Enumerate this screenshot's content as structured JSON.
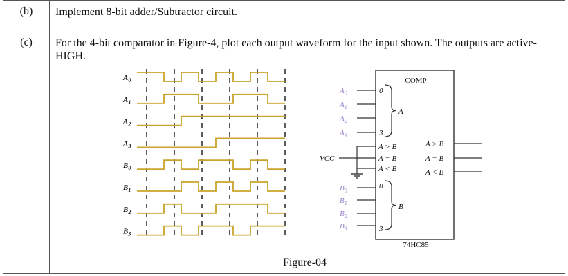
{
  "rows": [
    {
      "label": "(b)",
      "text": "Implement 8-bit adder/Subtractor circuit."
    },
    {
      "label": "(c)",
      "text": "For the 4-bit comparator in Figure-4, plot each output waveform for the input shown. The outputs are active-HIGH."
    }
  ],
  "figure": {
    "caption": "Figure-04",
    "input_signals": [
      {
        "name": "A0",
        "sub": "0",
        "base": "A"
      },
      {
        "name": "A1",
        "sub": "1",
        "base": "A"
      },
      {
        "name": "A2",
        "sub": "2",
        "base": "A"
      },
      {
        "name": "A3",
        "sub": "3",
        "base": "A"
      },
      {
        "name": "B0",
        "sub": "0",
        "base": "B"
      },
      {
        "name": "B1",
        "sub": "1",
        "base": "B"
      },
      {
        "name": "B2",
        "sub": "2",
        "base": "B"
      },
      {
        "name": "B3",
        "sub": "3",
        "base": "B"
      }
    ],
    "waveforms": {
      "A0": [
        1,
        0,
        1,
        0,
        1,
        0,
        1,
        0
      ],
      "A1": [
        0,
        1,
        1,
        0,
        0,
        1,
        1,
        0
      ],
      "A2": [
        0,
        0,
        1,
        1,
        1,
        1,
        1,
        1
      ],
      "A3": [
        0,
        0,
        0,
        0,
        1,
        1,
        1,
        1
      ],
      "B0": [
        0,
        1,
        0,
        1,
        1,
        0,
        1,
        0
      ],
      "B1": [
        0,
        0,
        1,
        0,
        1,
        0,
        1,
        0
      ],
      "B2": [
        0,
        1,
        0,
        0,
        1,
        1,
        1,
        0
      ],
      "B3": [
        0,
        1,
        0,
        1,
        1,
        0,
        1,
        1
      ]
    },
    "chip": {
      "title": "COMP",
      "part": "74HC85",
      "vcc": "VCC",
      "a_pins": [
        "A0",
        "A1",
        "A2",
        "A3"
      ],
      "b_pins": [
        "B0",
        "B1",
        "B2",
        "B3"
      ],
      "bus_top": "0",
      "bus_bottom": "3",
      "bus_a": "A",
      "bus_b": "B",
      "cascade_inputs": [
        "A > B",
        "A = B",
        "A < B"
      ],
      "outputs": [
        "A > B",
        "A = B",
        "A < B"
      ]
    },
    "colors": {
      "waveform": "#c9a42a",
      "pin_label": "#9b83c9",
      "grid": "#333333"
    }
  }
}
